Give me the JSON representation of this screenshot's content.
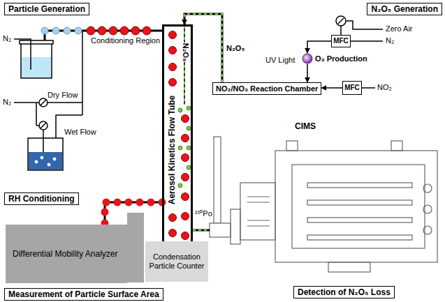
{
  "diagram": {
    "nodes": [
      {
        "text": [
          "N₂O₅ Generation"
        ]
      },
      {
        "text": [
          "MFC"
        ],
        "in": 0
      },
      {
        "text": [
          "O₃ Production"
        ],
        "in": 0
      },
      {
        "text": [
          "NO₂/NO₃ Reaction Chamber"
        ],
        "in": 0
      },
      {
        "text": [
          "MFC"
        ],
        "in": 0
      },
      {
        "text": [
          "Aerosol Kinetics Flow Tube"
        ]
      },
      {
        "text": [
          "CIMS"
        ]
      },
      {
        "text": [
          "Differential Mobility Analyzer"
        ]
      },
      {
        "text": [
          "Condensation Particle Counter"
        ]
      }
    ],
    "edges": [
      {
        "from": 1,
        "to": 2,
        "arrow": "to"
      },
      {
        "from": 2,
        "to": 3,
        "arrow": "to"
      },
      {
        "from": 4,
        "to": 3,
        "arrow": "to"
      },
      {
        "from": 3,
        "to": 5,
        "arrow": "to",
        "label": "N₂O₅"
      },
      {
        "from": 5,
        "to": 6,
        "arrow": "none"
      },
      {
        "from": 5,
        "to": 7,
        "arrow": "none"
      }
    ],
    "labels": [
      "Particle Generation",
      "N₂",
      "N₂",
      "Dry Flow",
      "Wet Flow",
      "Conditioning Region",
      "N₂O₅",
      "UV Light",
      "Zero Air",
      "N₂",
      "NO₂",
      "RH Conditioning",
      "²¹⁰Po",
      "Measurement of Particle Surface Area",
      "Detection of N₂O₅ Loss"
    ]
  }
}
